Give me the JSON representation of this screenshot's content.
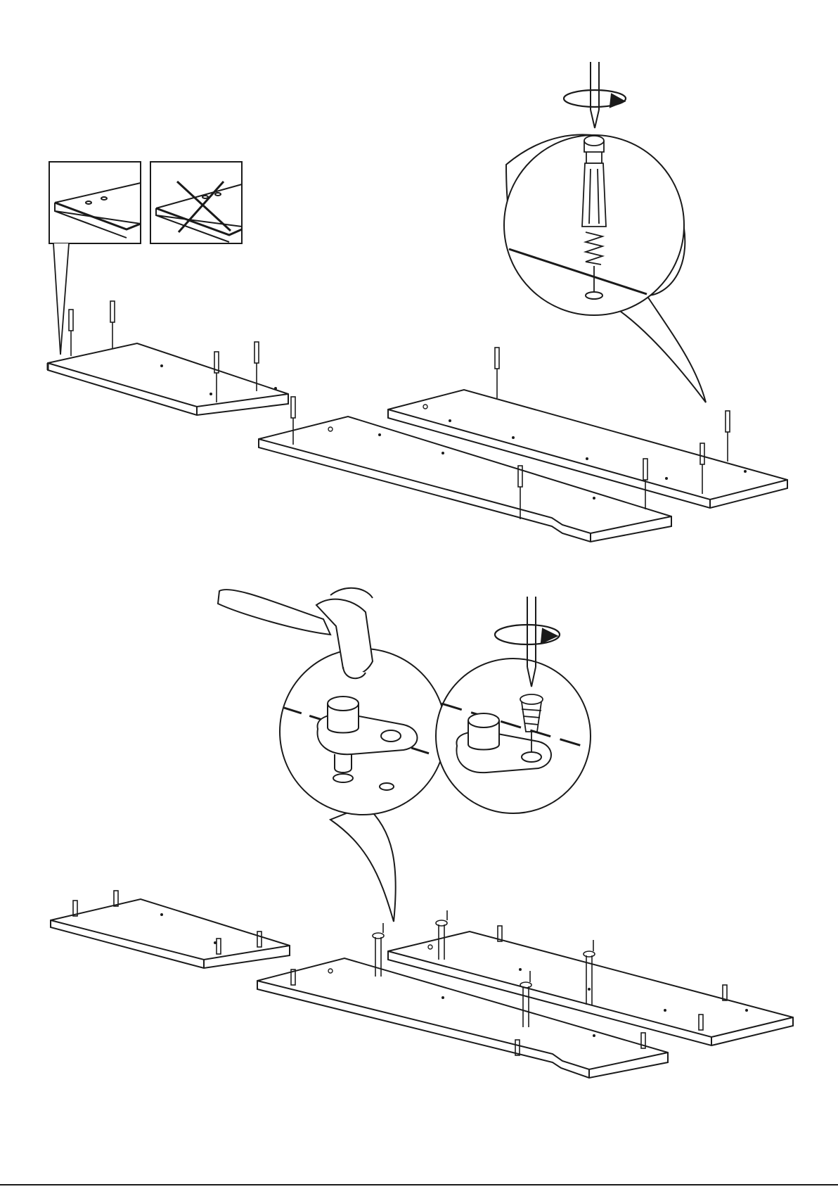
{
  "page": {
    "background": "#ffffff",
    "ink": "#1a1a1a",
    "panel_fill": "#ffffff",
    "icons": [
      "screwdriver-icon",
      "hammer-icon",
      "rotation-arrow-icon",
      "cross-out-icon"
    ]
  },
  "step_top": {
    "detail_correct": "correct-orientation-detail",
    "detail_wrong": "wrong-orientation-detail",
    "zoom": "cam-lock-screw-zoom"
  },
  "step_bottom": {
    "zoom_hammer": "hammer-insert-zoom",
    "zoom_screw": "screw-fix-zoom"
  }
}
